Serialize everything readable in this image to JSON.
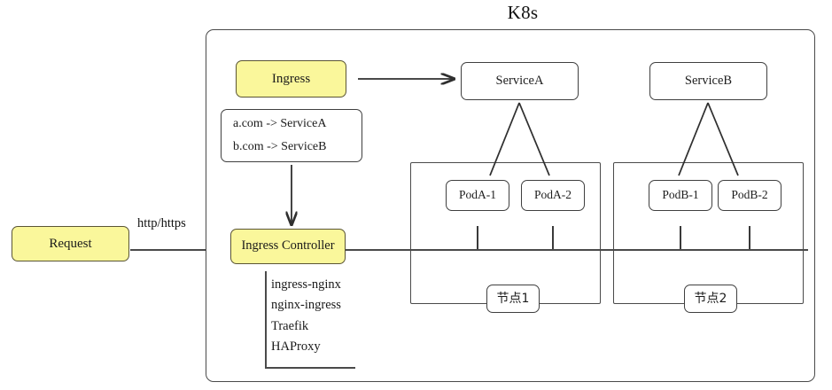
{
  "diagram": {
    "title": "K8s",
    "external": {
      "request_label": "Request",
      "protocol_label": "http/https"
    },
    "ingress": {
      "label": "Ingress",
      "rules": [
        "a.com -> ServiceA",
        "b.com -> ServiceB"
      ],
      "controller_label": "Ingress Controller",
      "implementations": [
        "ingress-nginx",
        "nginx-ingress",
        "Traefik",
        "HAProxy"
      ]
    },
    "services": [
      {
        "label": "ServiceA"
      },
      {
        "label": "ServiceB"
      }
    ],
    "nodes": [
      {
        "label": "节点1",
        "pods": [
          {
            "label": "PodA-1"
          },
          {
            "label": "PodA-2"
          }
        ]
      },
      {
        "label": "节点2",
        "pods": [
          {
            "label": "PodB-1"
          },
          {
            "label": "PodB-2"
          }
        ]
      }
    ],
    "colors": {
      "highlight_fill": "#faf79b",
      "highlight_border": "#5a5535",
      "box_border": "#3f3f3f",
      "frame_border": "#4a4a4a",
      "text": "#1a1a1a"
    }
  }
}
